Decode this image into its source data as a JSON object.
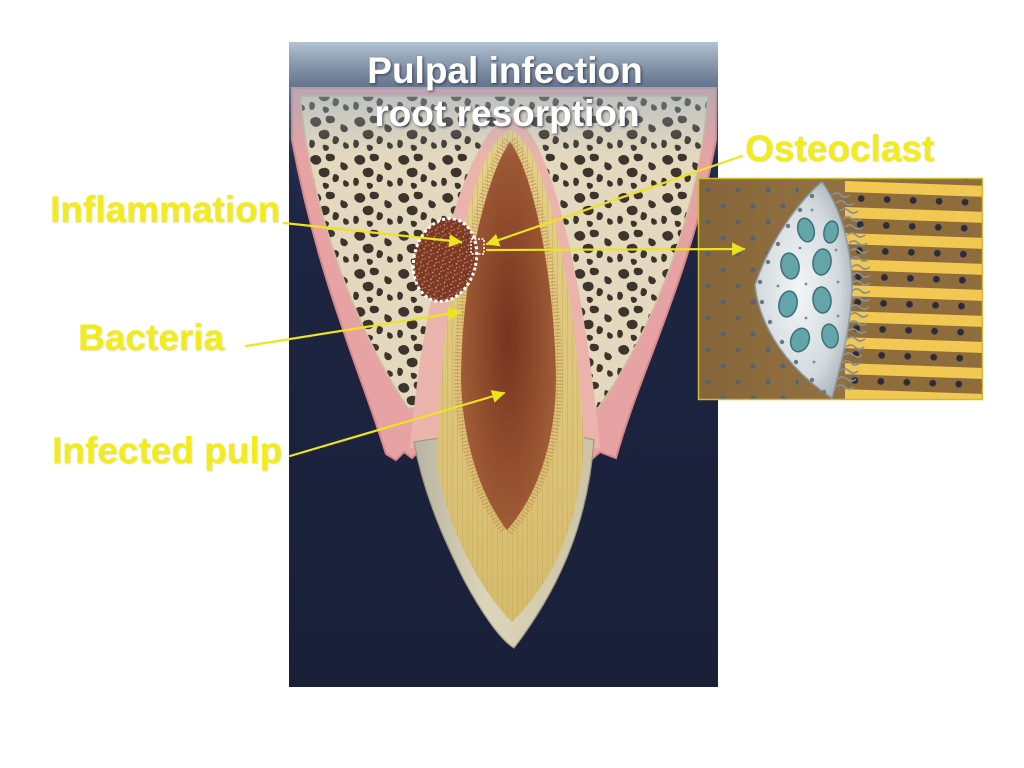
{
  "title": {
    "line1": "Pulpal infection",
    "line2": "root resorption"
  },
  "labels": {
    "inflammation": "Inflammation",
    "osteoclast": "Osteoclast",
    "bacteria": "Bacteria",
    "infected_pulp": "Infected pulp"
  },
  "colors": {
    "label": "#f3ec1d",
    "leader": "#ece51c",
    "title": "#ffffff",
    "panel_background": "#1c2340",
    "gum": "#e7a3a3",
    "pulp": "#8a4428",
    "dentin": "#dec77e"
  }
}
